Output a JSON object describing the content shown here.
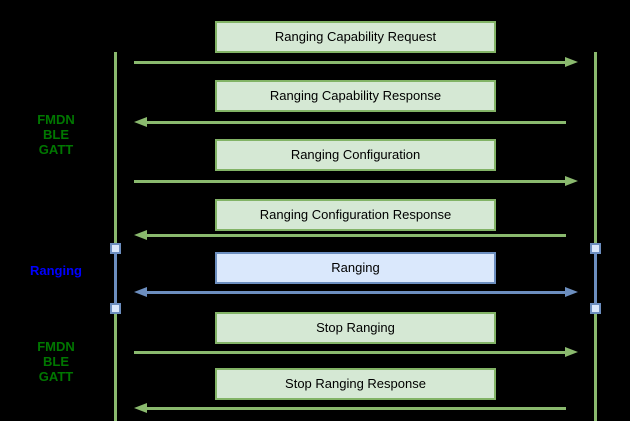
{
  "diagram": {
    "type": "sequence-diagram",
    "background_color": "#000000",
    "palette": {
      "green_box_fill": "#d5e8d4",
      "green_box_stroke": "#82b366",
      "green_arrow": "#8ab96e",
      "blue_box_fill": "#dae8fc",
      "blue_box_stroke": "#6c8ebf",
      "phase_label_green": "#007700",
      "phase_label_blue": "#0000ff",
      "message_text": "#000000"
    },
    "phases": [
      {
        "color": "green",
        "lines": [
          "FMDN",
          "BLE",
          "GATT"
        ]
      },
      {
        "color": "blue",
        "lines": [
          "Ranging"
        ]
      },
      {
        "color": "green",
        "lines": [
          "FMDN",
          "BLE",
          "GATT"
        ]
      }
    ],
    "messages": [
      {
        "label": "Ranging Capability Request",
        "direction": "right",
        "style": "green"
      },
      {
        "label": "Ranging Capability Response",
        "direction": "left",
        "style": "green"
      },
      {
        "label": "Ranging Configuration",
        "direction": "right",
        "style": "green"
      },
      {
        "label": "Ranging Configuration Response",
        "direction": "left",
        "style": "green"
      },
      {
        "label": "Ranging",
        "direction": "both",
        "style": "blue"
      },
      {
        "label": "Stop Ranging",
        "direction": "right",
        "style": "green"
      },
      {
        "label": "Stop Ranging Response",
        "direction": "left",
        "style": "green"
      }
    ]
  }
}
